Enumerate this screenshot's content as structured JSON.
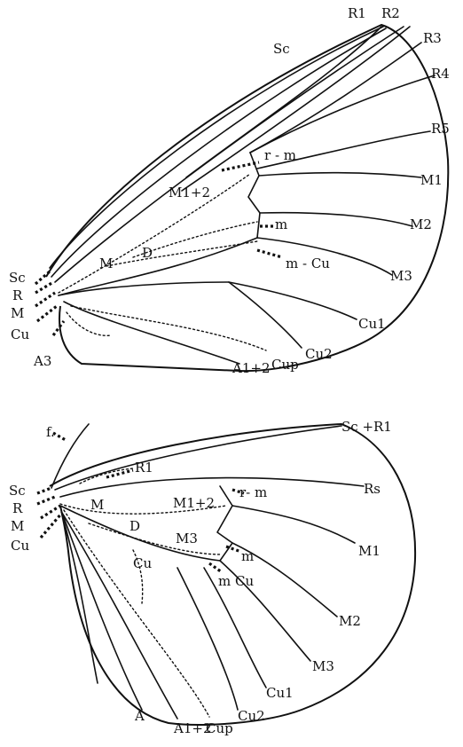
{
  "forewing": {
    "labels": {
      "R1": "R1",
      "R2": "R2",
      "R3": "R3",
      "R4": "R4",
      "R5": "R5",
      "Sc_top": "Sc",
      "Sc_base": "Sc",
      "R_base": "R",
      "M_base": "M",
      "Cu_base": "Cu",
      "A3": "A3",
      "r_m": "r - m",
      "M1_2": "M1+2",
      "m": "m",
      "D": "D",
      "M_mid": "M",
      "m_Cu": "m - Cu",
      "M1": "M1",
      "M2": "M2",
      "M3": "M3",
      "Cu1": "Cu1",
      "Cu2": "Cu2",
      "A1_2": "A1+2",
      "CuP": "Cup"
    }
  },
  "hindwing": {
    "labels": {
      "f": "f.",
      "Sc_R1": "Sc +R1",
      "R1": "R1",
      "Sc": "Sc",
      "R": "R",
      "M_base": "M",
      "Cu_base": "Cu",
      "M_mid": "M",
      "M1_2": "M1+2",
      "r_m": "r- m",
      "Rs": "Rs",
      "D": "D",
      "M3_mid": "M3",
      "Cu_mid": "Cu",
      "m": "m",
      "m_Cu": "m Cu",
      "M1": "M1",
      "M2": "M2",
      "M3": "M3",
      "Cu1": "Cu1",
      "Cu2": "Cu2",
      "A": "A",
      "A1_2": "A1+2",
      "CuP": "Cup"
    }
  }
}
